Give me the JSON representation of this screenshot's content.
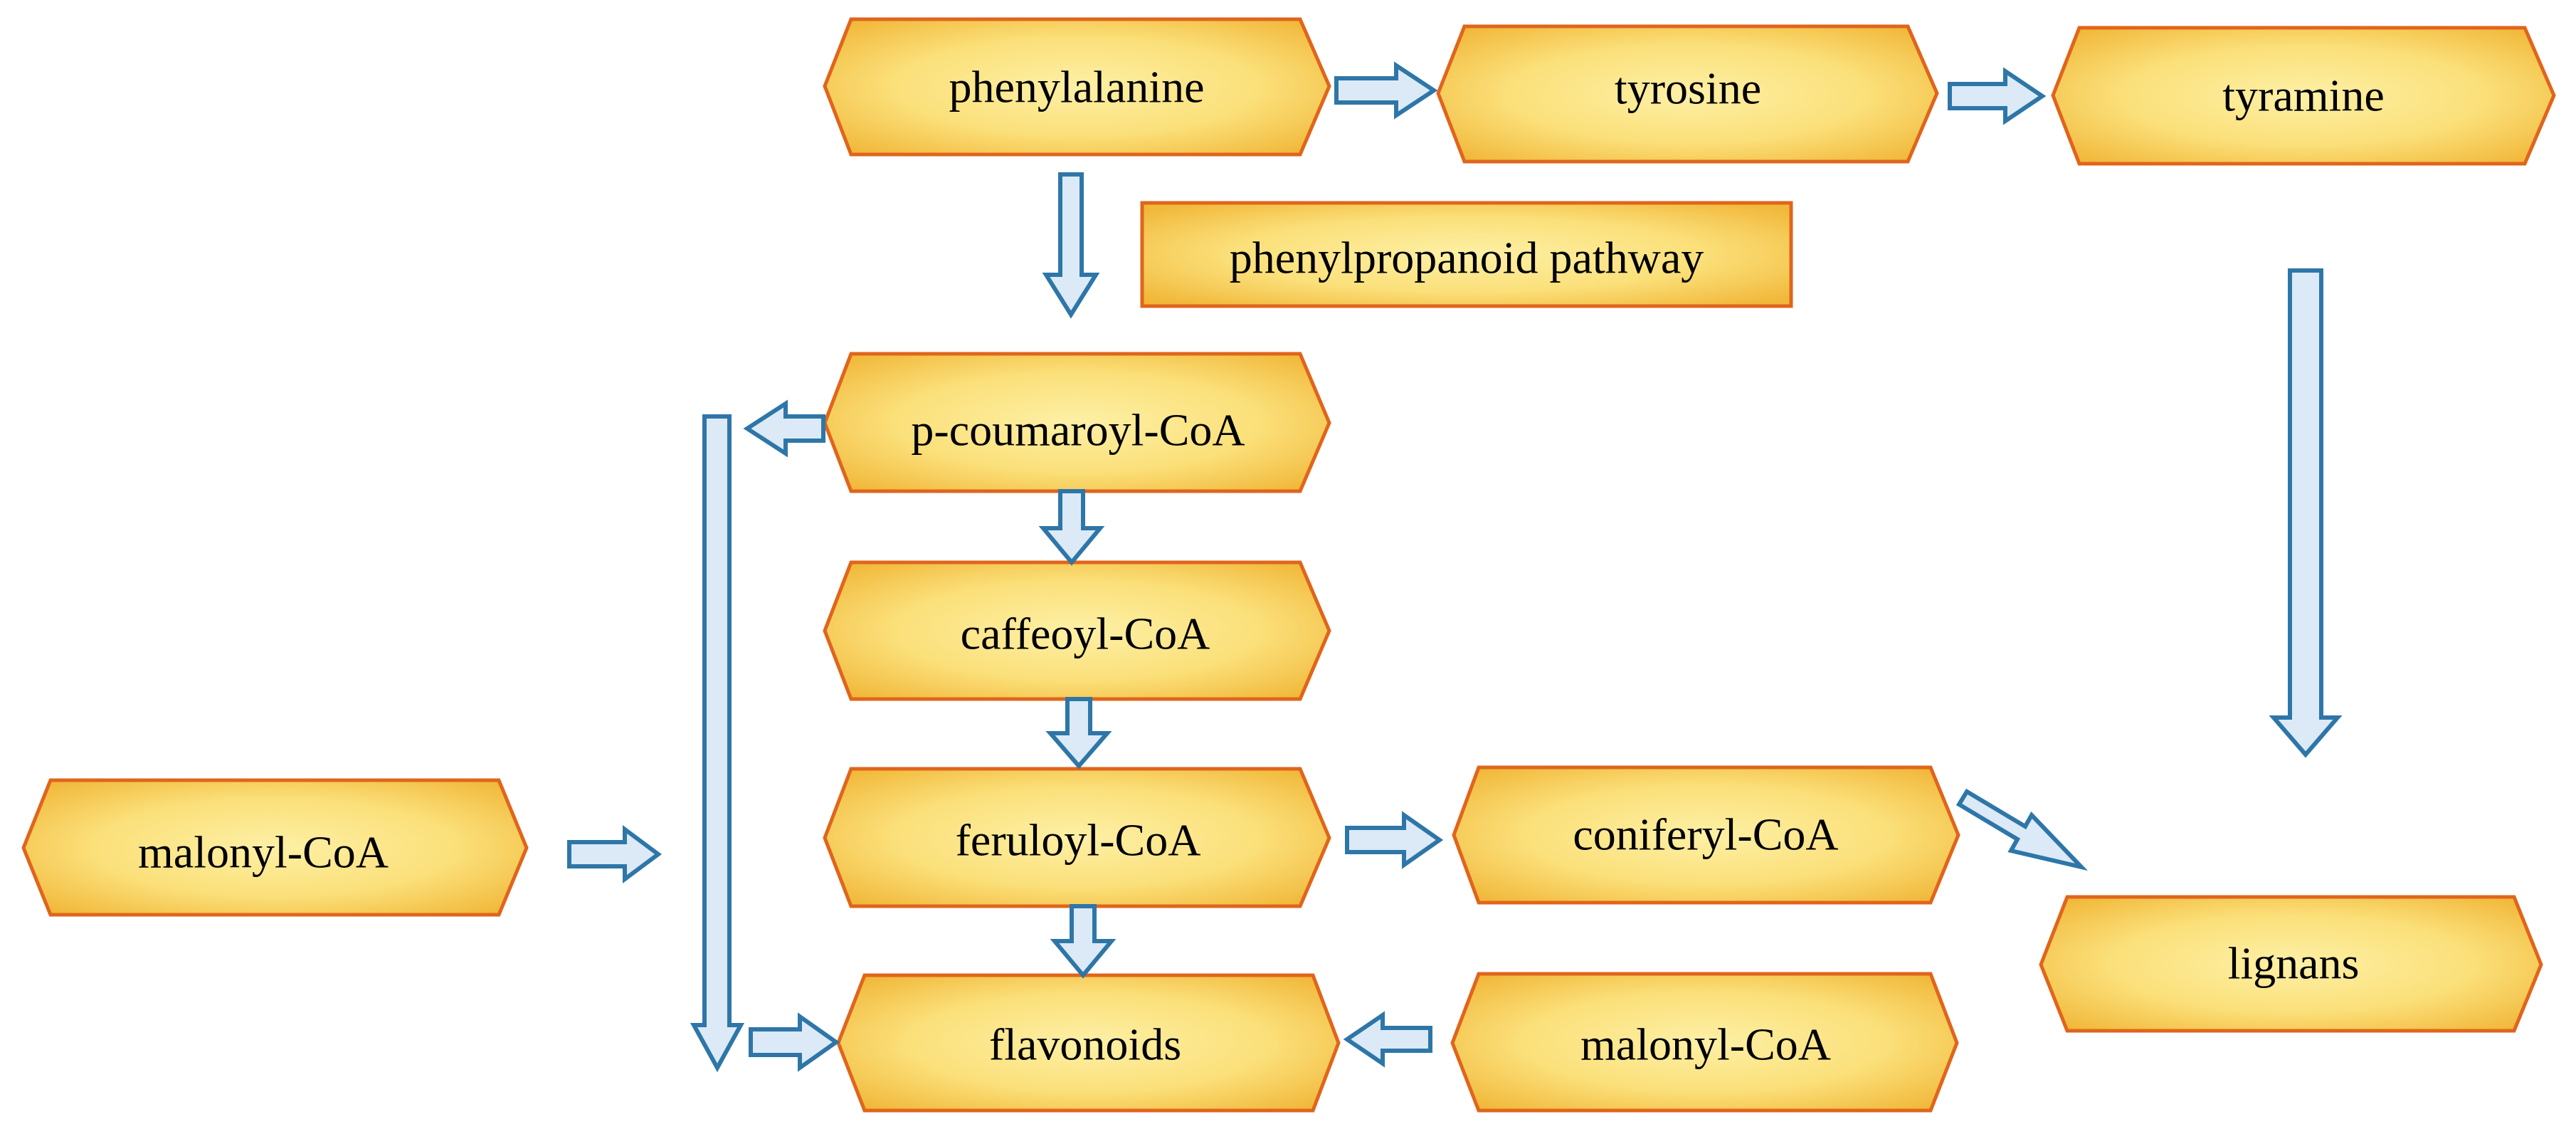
{
  "nodes": {
    "phenylalanine": "phenylalanine",
    "tyrosine": "tyrosine",
    "tyramine": "tyramine",
    "phenylpropanoid_pathway": "phenylpropanoid pathway",
    "p_coumaroyl_coa": "p-coumaroyl-CoA",
    "caffeoyl_coa": "caffeoyl-CoA",
    "feruloyl_coa": "feruloyl-CoA",
    "coniferyl_coa": "coniferyl-CoA",
    "malonyl_coa_left": "malonyl-CoA",
    "lignans": "lignans",
    "flavonoids": "flavonoids",
    "malonyl_coa_right": "malonyl-CoA"
  },
  "colors": {
    "node_fill_light": "#fdf0a6",
    "node_fill_dark": "#f1b83a",
    "node_border": "#e0651c",
    "arrow_fill": "#dbeaf6",
    "arrow_border": "#2e76a8"
  },
  "edges": [
    {
      "from": "phenylalanine",
      "to": "tyrosine"
    },
    {
      "from": "tyrosine",
      "to": "tyramine"
    },
    {
      "from": "phenylalanine",
      "to": "p_coumaroyl_coa"
    },
    {
      "from": "p_coumaroyl_coa",
      "to": "flavonoids"
    },
    {
      "from": "p_coumaroyl_coa",
      "to": "caffeoyl_coa"
    },
    {
      "from": "caffeoyl_coa",
      "to": "feruloyl_coa"
    },
    {
      "from": "feruloyl_coa",
      "to": "coniferyl_coa"
    },
    {
      "from": "feruloyl_coa",
      "to": "flavonoids"
    },
    {
      "from": "coniferyl_coa",
      "to": "lignans"
    },
    {
      "from": "tyramine",
      "to": "lignans"
    },
    {
      "from": "malonyl_coa_left",
      "to": "flavonoids"
    },
    {
      "from": "malonyl_coa_right",
      "to": "flavonoids"
    }
  ]
}
